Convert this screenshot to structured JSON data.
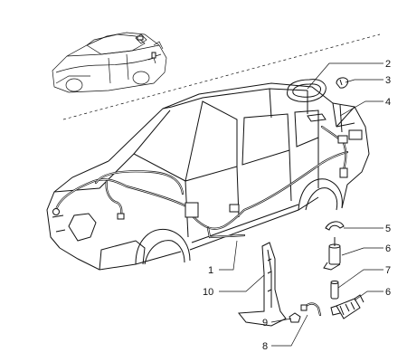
{
  "callouts": [
    {
      "id": "c2",
      "label": "2"
    },
    {
      "id": "c3",
      "label": "3"
    },
    {
      "id": "c4",
      "label": "4"
    },
    {
      "id": "c5",
      "label": "5"
    },
    {
      "id": "c6a",
      "label": "6"
    },
    {
      "id": "c7",
      "label": "7"
    },
    {
      "id": "c6b",
      "label": "6"
    },
    {
      "id": "c1",
      "label": "1"
    },
    {
      "id": "c10",
      "label": "10"
    },
    {
      "id": "c9",
      "label": "9"
    },
    {
      "id": "c8",
      "label": "8"
    }
  ],
  "colors": {
    "line": "#111111",
    "background": "#ffffff"
  }
}
